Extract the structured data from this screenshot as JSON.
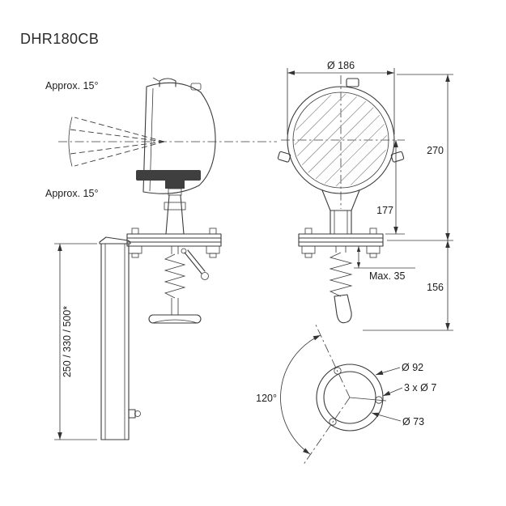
{
  "title": "DHR180CB",
  "side_view": {
    "beam_angle_top": "Approx. 15°",
    "beam_angle_bottom": "Approx. 15°"
  },
  "front_view": {
    "lens_diameter": "Ø 186",
    "height_total": "270",
    "height_center_to_flange": "177",
    "max_thickness": "Max. 35",
    "height_below": "156"
  },
  "pole_view": {
    "length_options": "250 / 330 / 500*"
  },
  "mount_view": {
    "angle": "120°",
    "outer_diameter": "Ø 92",
    "holes": "3 x Ø 7",
    "bolt_circle": "Ø 73"
  }
}
